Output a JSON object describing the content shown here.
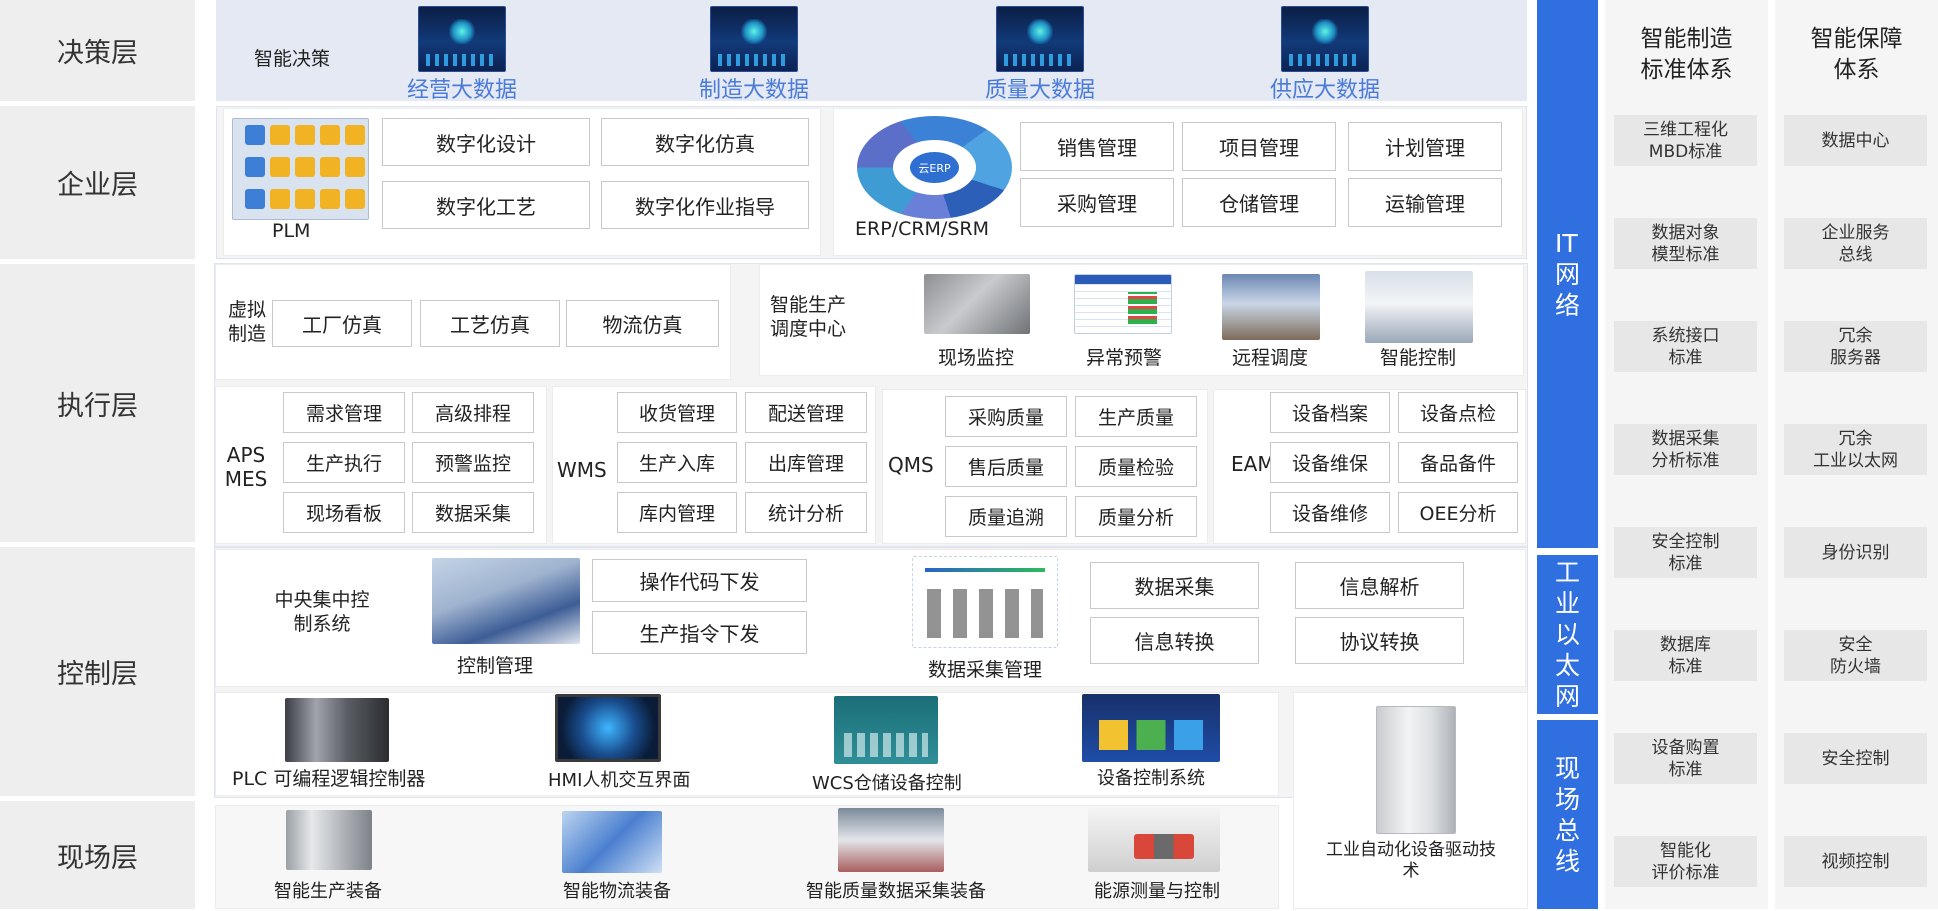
{
  "layers": {
    "decision": "决策层",
    "enterprise": "企业层",
    "execution": "执行层",
    "control": "控制层",
    "field": "现场层"
  },
  "decision": {
    "label": "智能决策",
    "items": [
      "经营大数据",
      "制造大数据",
      "质量大数据",
      "供应大数据"
    ]
  },
  "enterprise": {
    "plm": {
      "label": "PLM",
      "boxes": [
        "数字化设计",
        "数字化仿真",
        "数字化工艺",
        "数字化作业指导"
      ]
    },
    "erp": {
      "label": "ERP/CRM/SRM",
      "core": "云ERP",
      "boxes": [
        "销售管理",
        "项目管理",
        "计划管理",
        "采购管理",
        "仓储管理",
        "运输管理"
      ]
    }
  },
  "execution": {
    "virtual": {
      "label": "虚拟\n制造",
      "boxes": [
        "工厂仿真",
        "工艺仿真",
        "物流仿真"
      ]
    },
    "dispatch": {
      "label": "智能生产\n调度中心",
      "items": [
        "现场监控",
        "异常预警",
        "远程调度",
        "智能控制"
      ]
    },
    "aps": {
      "label": "APS\nMES",
      "boxes": [
        "需求管理",
        "高级排程",
        "生产执行",
        "预警监控",
        "现场看板",
        "数据采集"
      ]
    },
    "wms": {
      "label": "WMS",
      "boxes": [
        "收货管理",
        "配送管理",
        "生产入库",
        "出库管理",
        "库内管理",
        "统计分析"
      ]
    },
    "qms": {
      "label": "QMS",
      "boxes": [
        "采购质量",
        "生产质量",
        "售后质量",
        "质量检验",
        "质量追溯",
        "质量分析"
      ]
    },
    "eam": {
      "label": "EAM",
      "boxes": [
        "设备档案",
        "设备点检",
        "设备维保",
        "备品备件",
        "设备维修",
        "OEE分析"
      ]
    }
  },
  "control": {
    "central": {
      "label": "中央集中控\n制系统",
      "image_caption": "控制管理",
      "boxes": [
        "操作代码下发",
        "生产指令下发"
      ]
    },
    "acquisition": {
      "image_caption": "数据采集管理",
      "boxes": [
        "数据采集",
        "信息解析",
        "信息转换",
        "协议转换"
      ]
    },
    "devices": [
      "PLC 可编程逻辑控制器",
      "HMI人机交互界面",
      "WCS仓储设备控制",
      "设备控制系统"
    ]
  },
  "field": {
    "items": [
      "智能生产装备",
      "智能物流装备",
      "智能质量数据采集装备",
      "能源测量与控制"
    ],
    "drive": "工业自动化设备驱动技\n术"
  },
  "networks": [
    "IT\n网\n络",
    "工\n业\n以\n太\n网",
    "现\n场\n总\n线"
  ],
  "standards": {
    "title": "智能制造\n标准体系",
    "items": [
      "三维工程化\nMBD标准",
      "数据对象\n模型标准",
      "系统接口\n标准",
      "数据采集\n分析标准",
      "安全控制\n标准",
      "数据库\n标准",
      "设备购置\n标准",
      "智能化\n评价标准"
    ]
  },
  "guarantee": {
    "title": "智能保障\n体系",
    "items": [
      "数据中心",
      "企业服务\n总线",
      "冗余\n服务器",
      "冗余\n工业以太网",
      "身份识别",
      "安全\n防火墙",
      "安全控制",
      "视频控制"
    ]
  },
  "colors": {
    "accent_blue": "#2f6fe0",
    "label_blue": "#4a7bd8",
    "layer_bg": "#eeeeee"
  }
}
